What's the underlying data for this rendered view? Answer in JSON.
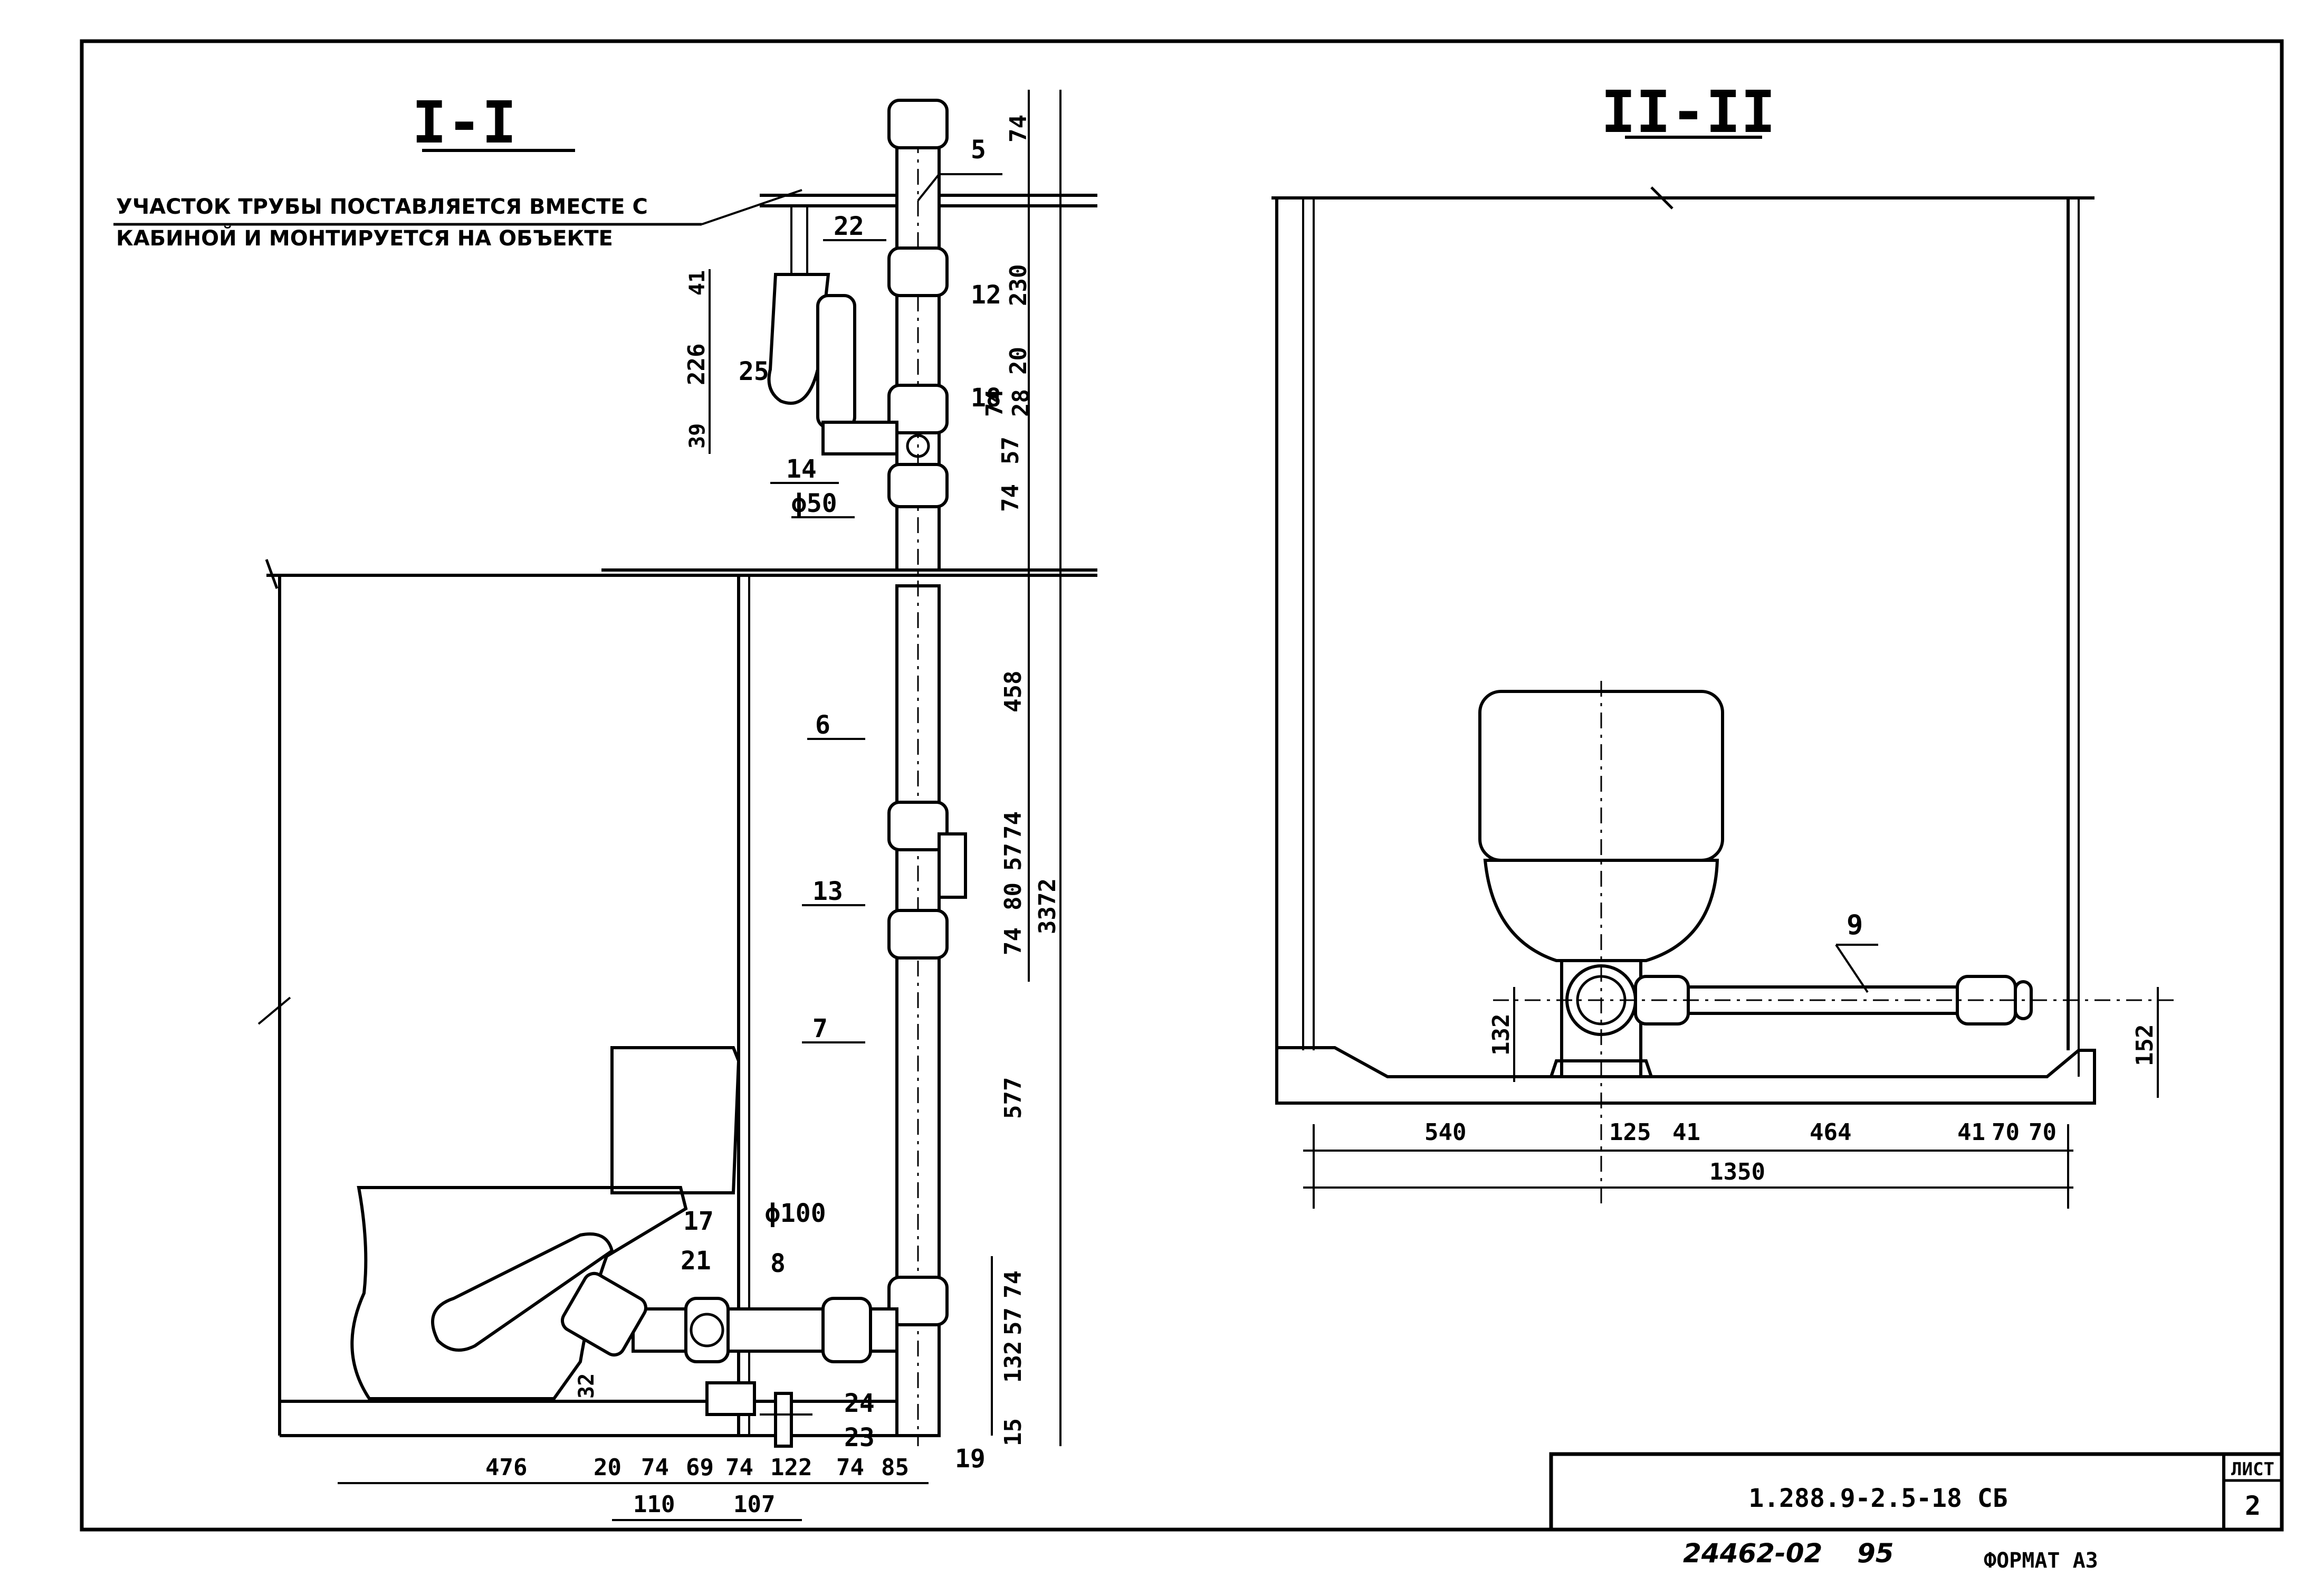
{
  "section_titles": {
    "left": "I-I",
    "right": "II-II"
  },
  "note": {
    "line1": "УЧАСТОК ТРУБЫ ПОСТАВЛЯЕТСЯ ВМЕСТЕ С",
    "line2": "КАБИНОЙ И МОНТИРУЕТСЯ НА ОБЪЕКТЕ"
  },
  "positions": {
    "p5": "5",
    "p22": "22",
    "p12": "12",
    "p25": "25",
    "p18": "18",
    "p14": "14",
    "p50": "ϕ50",
    "p6": "6",
    "p13": "13",
    "p7": "7",
    "p17": "17",
    "p21": "21",
    "p100": "ϕ100",
    "p8": "8",
    "p24": "24",
    "p23": "23",
    "p19": "19",
    "p9": "9"
  },
  "dims_left_vertical": {
    "d74a": "74",
    "d230": "230",
    "d20": "20",
    "d74b": "74",
    "d28": "28",
    "d57a": "57",
    "d74c": "74",
    "d458": "458",
    "d74d": "74",
    "d57b": "57",
    "d80": "80",
    "d74e": "74",
    "d3372": "3372",
    "d577": "577",
    "d57c": "57",
    "d74f": "74",
    "d132": "132",
    "d15": "15",
    "d41": "41",
    "d226": "226",
    "d39": "39",
    "d32": "32"
  },
  "dims_left_horizontal": {
    "d476": "476",
    "d20": "20",
    "d74a": "74",
    "d69": "69",
    "d74b": "74",
    "d122": "122",
    "d74c": "74",
    "d85": "85",
    "d110": "110",
    "d107": "107"
  },
  "dims_right": {
    "d132": "132",
    "d152": "152",
    "d540": "540",
    "d125": "125",
    "d41a": "41",
    "d464": "464",
    "d41b": "41",
    "d70a": "70",
    "d70b": "70",
    "d1350": "1350"
  },
  "title_block": {
    "code": "1.288.9-2.5-18 СБ",
    "sheet_label": "ЛИСТ",
    "sheet_number": "2"
  },
  "footer": {
    "inventory": "24462-02",
    "number": "95",
    "format": "ФОРМАТ А3"
  }
}
